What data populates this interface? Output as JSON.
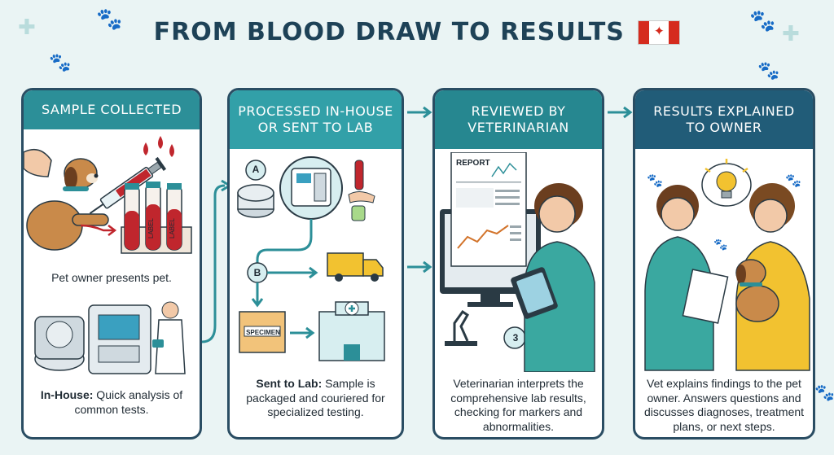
{
  "title": "FROM BLOOD DRAW TO RESULTS",
  "flag_icon": "canada-flag-icon",
  "steps": [
    {
      "header": "SAMPLE COLLECTED",
      "caption": "Pet owner presents pet.",
      "detail_bold": "In-House:",
      "detail": " Quick analysis of common tests.",
      "tube_labels": [
        "LABEL",
        "LABEL"
      ]
    },
    {
      "header": "PROCESSED IN-HOUSE OR SENT TO LAB",
      "marker_a": "A",
      "marker_b": "B",
      "box_label": "SPECIMEN",
      "detail_bold": "Sent to Lab:",
      "detail": " Sample is packaged and couriered for specialized testing."
    },
    {
      "header": "REVIEWED BY VETERINARIAN",
      "report_title": "REPORT",
      "marker": "3",
      "detail": "Veterinarian interprets the comprehensive lab results, checking for markers and abnormalities."
    },
    {
      "header": "RESULTS EXPLAINED TO OWNER",
      "detail": "Vet explains findings to the pet owner. Answers questions and discusses diagnoses, treatment plans, or next steps."
    }
  ],
  "colors": {
    "background": "#eaf4f4",
    "title": "#1e4257",
    "teal": "#2c8f98",
    "navy": "#215c78",
    "border": "#2a4d63",
    "blood": "#c0262d",
    "accent_yellow": "#f2c230"
  }
}
